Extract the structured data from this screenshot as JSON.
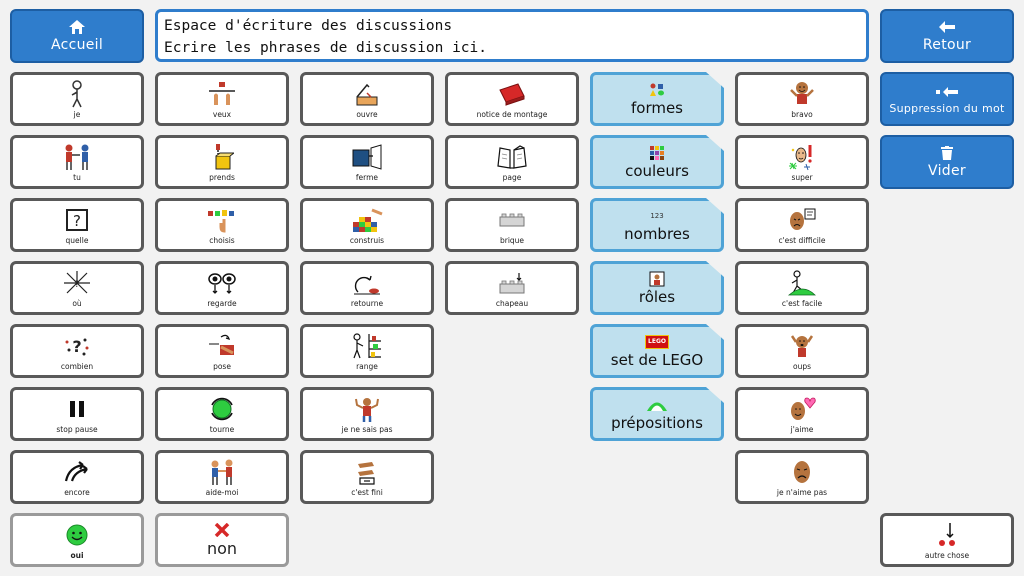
{
  "nav": {
    "home": "Accueil",
    "back": "Retour",
    "delete_word": "Suppression du mot",
    "clear": "Vider"
  },
  "textbox": {
    "line1": "Espace d'écriture des discussions",
    "line2": "Ecrire les phrases de discussion ici."
  },
  "col1": [
    "je",
    "tu",
    "quelle",
    "où",
    "combien",
    "stop pause",
    "encore",
    "oui"
  ],
  "col2": [
    "veux",
    "prends",
    "choisis",
    "regarde",
    "pose",
    "tourne",
    "aide-moi",
    "non"
  ],
  "col3": [
    "ouvre",
    "ferme",
    "construis",
    "retourne",
    "range",
    "je ne sais pas",
    "c'est fini"
  ],
  "col4": [
    "notice de montage",
    "page",
    "brique",
    "chapeau"
  ],
  "categories": [
    "formes",
    "couleurs",
    "nombres",
    "rôles",
    "set de LEGO",
    "prépositions"
  ],
  "category_extra": {
    "numbers_symbol": "123",
    "lego_badge": "LEGO"
  },
  "col6": [
    "bravo",
    "super",
    "c'est difficile",
    "c'est facile",
    "oups",
    "j'aime",
    "je n'aime pas"
  ],
  "other": "autre chose",
  "colors": {
    "nav_blue": "#2f7dcc",
    "category_fill": "#bfe0ee",
    "cell_border": "#595959"
  }
}
